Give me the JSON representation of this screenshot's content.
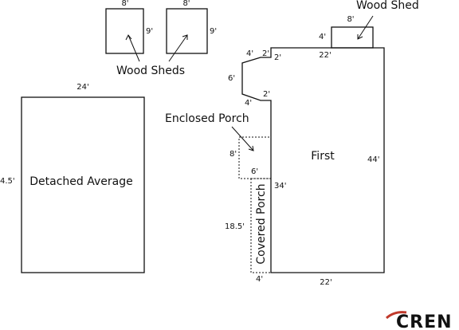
{
  "labels": {
    "wood_sheds": "Wood Sheds",
    "wood_shed": "Wood Shed",
    "enclosed_porch": "Enclosed Porch",
    "first": "First",
    "detached": "Detached Average",
    "covered_porch": "Covered Porch"
  },
  "dims": {
    "shed1_w": "8'",
    "shed1_h": "9'",
    "shed2_w": "8'",
    "shed2_h": "9'",
    "shed3_w": "8'",
    "shed3_h": "4'",
    "main_top": "22'",
    "main_bottom": "22'",
    "main_right": "44'",
    "bay_top": "4'",
    "bay_step_top": "2'",
    "bay_step_top2": "2'",
    "bay_left": "6'",
    "bay_step_bottom": "2'",
    "bay_bottom": "4'",
    "main_left": "34'",
    "enclosed_h": "8'",
    "enclosed_w": "6'",
    "covered_h": "18.5'",
    "covered_w": "4'",
    "detached_w": "24'",
    "detached_h": "4.5'"
  },
  "logo": {
    "text": "CREN",
    "color": "#c0392b"
  }
}
